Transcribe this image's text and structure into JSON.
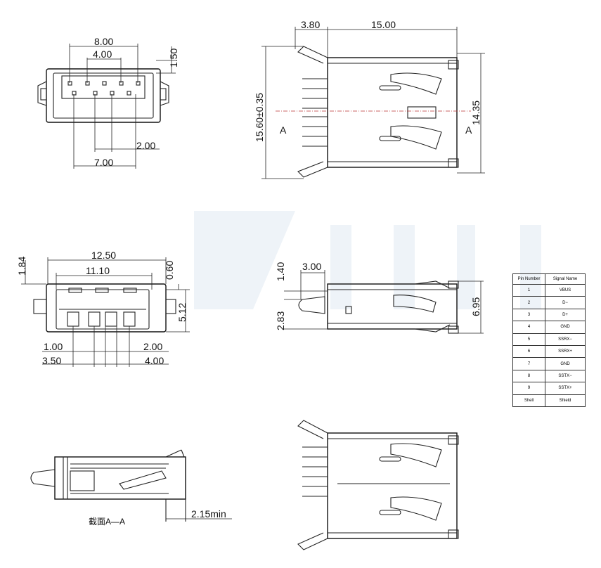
{
  "top_front_view": {
    "dims": {
      "w8": "8.00",
      "w4": "4.00",
      "h150": "1.50",
      "w2": "2.00",
      "w7": "7.00"
    }
  },
  "top_side_view": {
    "dims": {
      "a380": "3.80",
      "a1500": "15.00",
      "h1560": "15.60±0.35",
      "h1435": "14.35"
    },
    "section_marks": [
      "A",
      "A"
    ]
  },
  "mid_front_view": {
    "dims": {
      "w1250": "12.50",
      "w1110": "11.10",
      "h184": "1.84",
      "h060": "0.60",
      "h512": "5.12",
      "p100": "1.00",
      "p200": "2.00",
      "p350": "3.50",
      "p400": "4.00"
    }
  },
  "mid_side_view": {
    "dims": {
      "h140": "1.40",
      "w300": "3.00",
      "h283": "2.83",
      "h695": "6.95"
    }
  },
  "section_view": {
    "caption": "截面A—A",
    "dim_min": "2.15min"
  },
  "pin_table": {
    "headers": [
      "Pin Number",
      "Signal Name"
    ],
    "rows": [
      {
        "pin": "1",
        "signal": "VBUS"
      },
      {
        "pin": "2",
        "signal": "D−"
      },
      {
        "pin": "3",
        "signal": "D+"
      },
      {
        "pin": "4",
        "signal": "GND"
      },
      {
        "pin": "5",
        "signal": "SSRX−"
      },
      {
        "pin": "6",
        "signal": "SSRX+"
      },
      {
        "pin": "7",
        "signal": "GND"
      },
      {
        "pin": "8",
        "signal": "SSTX−"
      },
      {
        "pin": "9",
        "signal": "SSTX+"
      },
      {
        "pin": "Shell",
        "signal": "Shield"
      }
    ]
  },
  "colors": {
    "line": "#222222",
    "centerline": "#bb3333",
    "watermark": "#eef3f8"
  }
}
